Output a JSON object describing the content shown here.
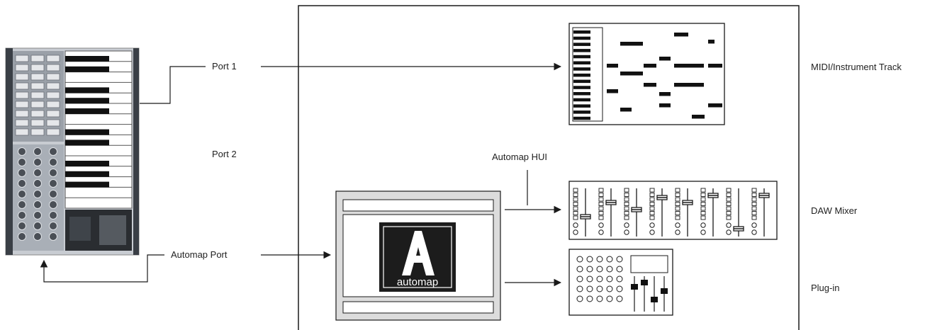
{
  "ports": {
    "port1": "Port 1",
    "port2": "Port 2",
    "automap_port": "Automap Port",
    "automap_hui": "Automap HUI"
  },
  "destinations": {
    "midi_track": "MIDI/Instrument Track",
    "daw_mixer": "DAW Mixer",
    "plugin": "Plug-in"
  },
  "logo": {
    "letter": "A",
    "word": "automap"
  },
  "colors": {
    "line": "#1a1a1a",
    "panel_fill": "#dcdcdc",
    "logo_bg": "#1c1c1c",
    "controller_body": "#c8ccd2"
  }
}
